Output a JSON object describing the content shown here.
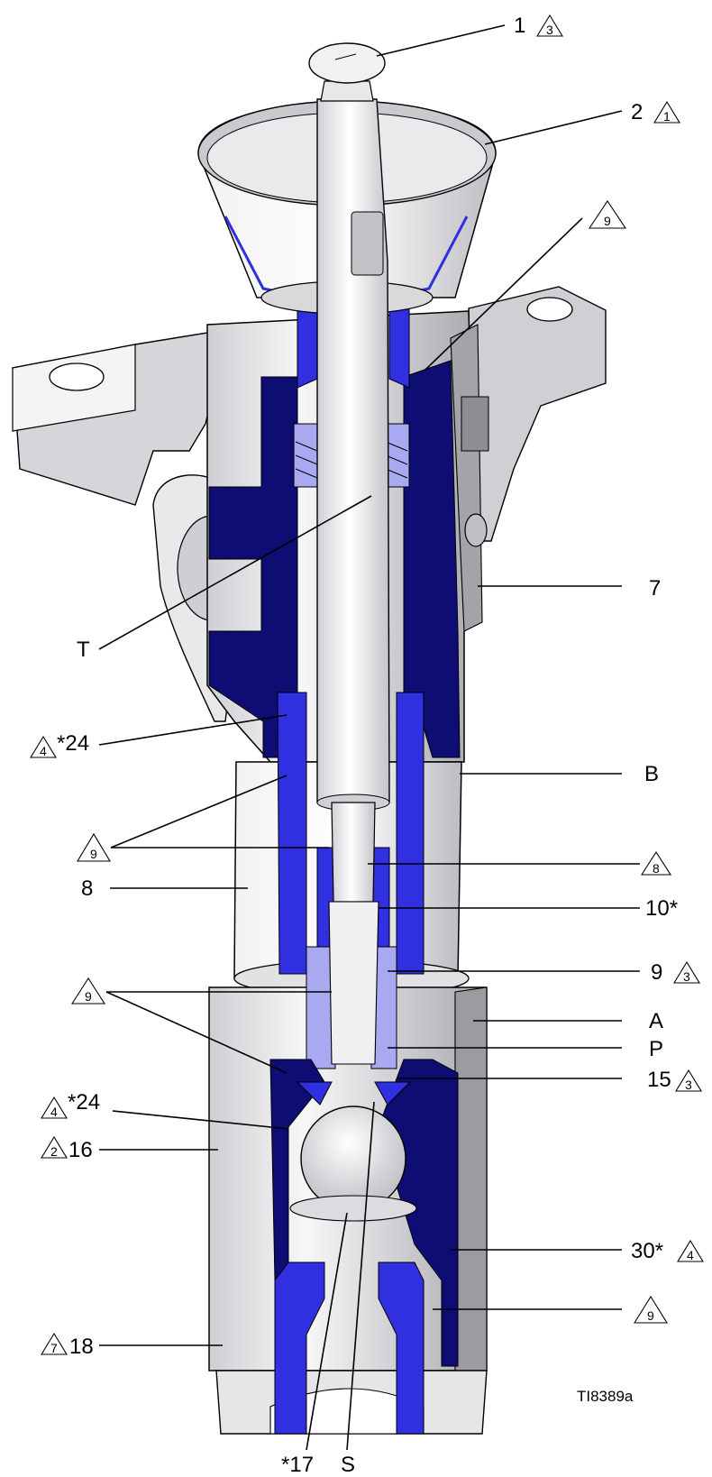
{
  "drawing": {
    "figure_code": "TI8389a",
    "colors": {
      "steel": "#d9d9db",
      "steel_dark": "#8f8f94",
      "section_navy": "#0d0d73",
      "section_blue": "#3030e0",
      "section_lavender": "#a9a9f2",
      "outline": "#000000"
    }
  },
  "callouts": [
    {
      "id": "c1",
      "text": "1",
      "note": "3"
    },
    {
      "id": "c2",
      "text": "2",
      "note": "1"
    },
    {
      "id": "c3",
      "text": "",
      "note": "9"
    },
    {
      "id": "c4",
      "text": "7",
      "note": ""
    },
    {
      "id": "c5",
      "text": "T",
      "note": ""
    },
    {
      "id": "c6",
      "text": "*24",
      "note": "4"
    },
    {
      "id": "c7",
      "text": "B",
      "note": ""
    },
    {
      "id": "c8",
      "text": "",
      "note": "9"
    },
    {
      "id": "c9",
      "text": "8",
      "note": ""
    },
    {
      "id": "c10",
      "text": "",
      "note": "8"
    },
    {
      "id": "c11",
      "text": "10*",
      "note": ""
    },
    {
      "id": "c12",
      "text": "9",
      "note": "3"
    },
    {
      "id": "c13",
      "text": "",
      "note": "9"
    },
    {
      "id": "c14",
      "text": "A",
      "note": ""
    },
    {
      "id": "c15",
      "text": "P",
      "note": ""
    },
    {
      "id": "c16",
      "text": "15",
      "note": "3"
    },
    {
      "id": "c17",
      "text": "*24",
      "note": "4"
    },
    {
      "id": "c18",
      "text": "16",
      "note": "2"
    },
    {
      "id": "c19",
      "text": "30*",
      "note": "4"
    },
    {
      "id": "c20",
      "text": "",
      "note": "9"
    },
    {
      "id": "c21",
      "text": "18",
      "note": "7"
    },
    {
      "id": "c22",
      "text": "*17",
      "note": ""
    },
    {
      "id": "c23",
      "text": "S",
      "note": ""
    }
  ]
}
